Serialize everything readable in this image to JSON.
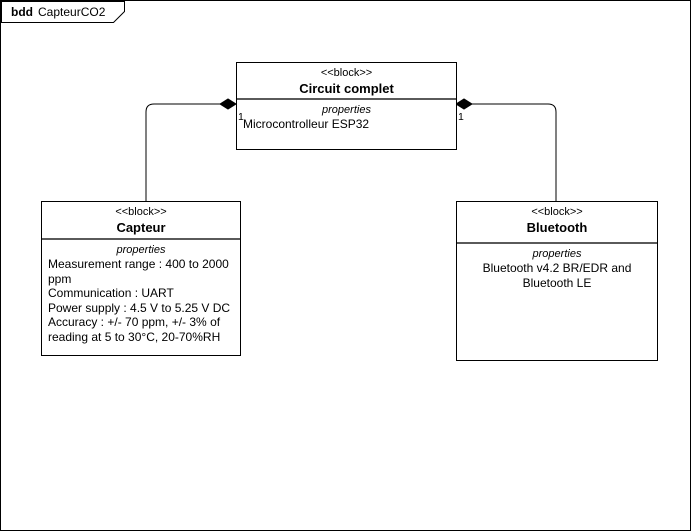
{
  "tab": {
    "keyword": "bdd",
    "title": "CapteurCO2"
  },
  "blocks": {
    "circuit": {
      "stereotype": "<<block>>",
      "name": "Circuit complet",
      "compartment_label": "properties",
      "properties": [
        "Microcontrolleur ESP32"
      ]
    },
    "capteur": {
      "stereotype": "<<block>>",
      "name": "Capteur",
      "compartment_label": "properties",
      "properties": [
        "Measurement range : 400 to 2000 ppm",
        "Communication : UART",
        "Power supply : 4.5 V to 5.25 V DC",
        "Accuracy : +/- 70 ppm, +/- 3% of reading at 5 to 30°C, 20-70%RH"
      ]
    },
    "bluetooth": {
      "stereotype": "<<block>>",
      "name": "Bluetooth",
      "compartment_label": "properties",
      "properties": [
        "Bluetooth v4.2 BR/EDR and Bluetooth LE"
      ]
    }
  },
  "connectors": {
    "capteur_multiplicity": "1",
    "bluetooth_multiplicity": "1"
  },
  "colors": {
    "line": "#000000",
    "divider": "#5a5a5a",
    "background": "#ffffff",
    "text": "#000000"
  }
}
